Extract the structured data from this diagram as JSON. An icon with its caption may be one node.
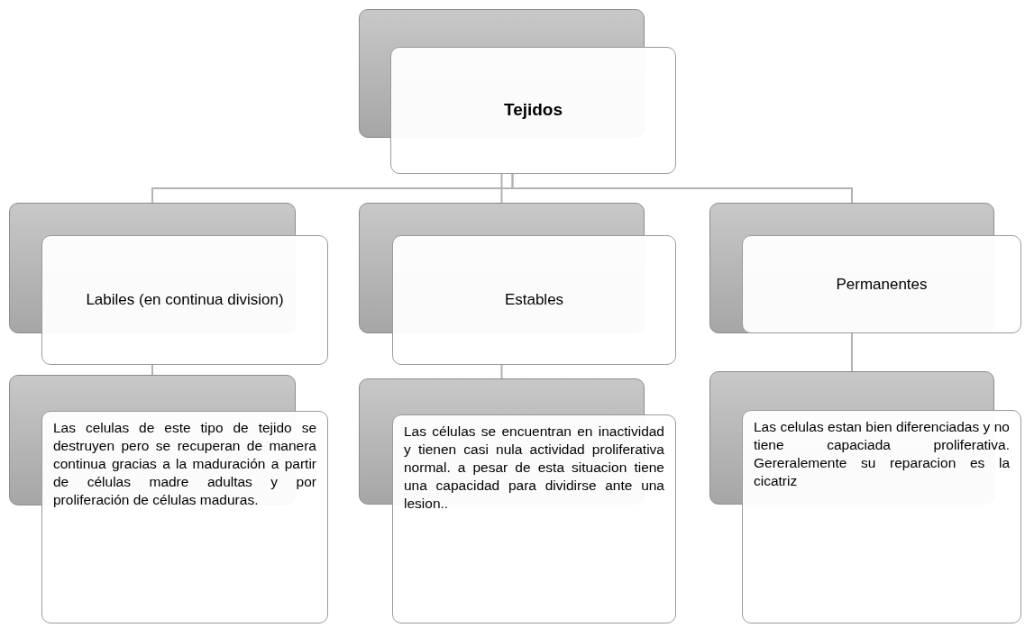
{
  "diagram": {
    "nodes": [
      {
        "text": [
          "Tejidos"
        ]
      },
      {
        "text": [
          "Labiles (en continua division)"
        ]
      },
      {
        "text": [
          "Estables"
        ]
      },
      {
        "text": [
          "Permanentes"
        ]
      },
      {
        "text": [
          "Las celulas de este tipo de tejido se destruyen pero se recuperan de manera continua gracias a la maduración a partir de células madre adultas y por proliferación de células maduras."
        ]
      },
      {
        "text": [
          "Las células se encuentran en inactividad y tienen casi nula actividad proliferativa normal. a pesar de esta situacion tiene una capacidad para dividirse ante una lesion.."
        ]
      },
      {
        "text": [
          "Las celulas estan bien diferenciadas y no tiene capaciada proliferativa. Gereralemente su reparacion es la cicatriz"
        ]
      }
    ],
    "edges": [
      {
        "from": 0,
        "to": 1,
        "arrow": "none"
      },
      {
        "from": 0,
        "to": 2,
        "arrow": "none"
      },
      {
        "from": 0,
        "to": 3,
        "arrow": "none"
      },
      {
        "from": 1,
        "to": 4,
        "arrow": "none"
      },
      {
        "from": 2,
        "to": 5,
        "arrow": "none"
      },
      {
        "from": 3,
        "to": 6,
        "arrow": "none"
      }
    ]
  }
}
